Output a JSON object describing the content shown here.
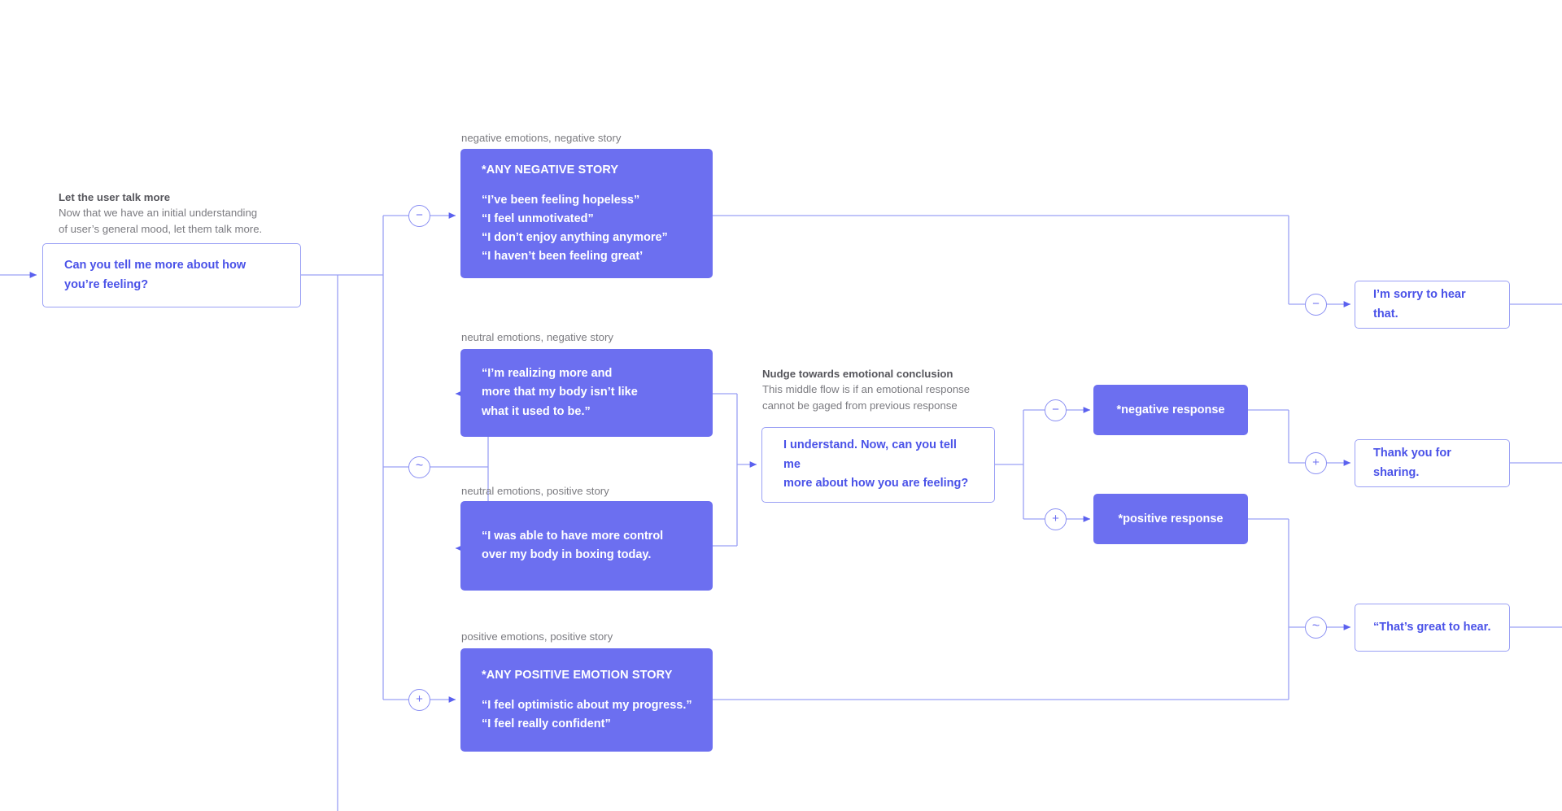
{
  "diagram": {
    "title": "Emotional conversation branching flow",
    "colors": {
      "accent_fill": "#6C6FF0",
      "accent_text": "#4A52E8",
      "wire": "#9aa0f5",
      "caption": "#6e6e73",
      "background": "#ffffff"
    }
  },
  "sections": {
    "talk_more": {
      "heading": "Let the user talk more",
      "sub_line_1": "Now that we have an initial understanding",
      "sub_line_2": "of user’s general mood, let them talk more."
    },
    "nudge": {
      "heading": "Nudge towards emotional conclusion",
      "sub_line_1": "This middle flow is if an emotional response",
      "sub_line_2": "cannot be gaged from previous response"
    }
  },
  "captions": {
    "negative_negative": "negative emotions, negative story",
    "neutral_negative": "neutral emotions, negative story",
    "neutral_positive": "neutral emotions, positive story",
    "positive_positive": "positive emotions, positive story"
  },
  "nodes": {
    "prompt": {
      "line_1": "Can you tell me more about how",
      "line_2": "you’re feeling?"
    },
    "negative_story": {
      "title": "*ANY NEGATIVE STORY",
      "quotes": [
        "“I’ve been feeling hopeless”",
        "“I feel unmotivated”",
        "“I don’t enjoy anything anymore”",
        "“I haven’t been feeling great’"
      ]
    },
    "neutral_negative_story": {
      "line_1": "“I’m realizing more and",
      "line_2": "more that my body isn’t like",
      "line_3": "what it used to be.”"
    },
    "neutral_positive_story": {
      "line_1": "“I was able to have more control",
      "line_2": "over my body in boxing today."
    },
    "positive_story": {
      "title": "*ANY POSITIVE EMOTION STORY",
      "quotes": [
        "“I feel optimistic about my progress.”",
        "“I feel really confident”"
      ]
    },
    "nudge_prompt": {
      "line_1": "I understand. Now, can you tell me",
      "line_2": "more about how you are feeling?"
    },
    "negative_response": {
      "label": "*negative response"
    },
    "positive_response": {
      "label": "*positive response"
    },
    "reply_sorry": {
      "label": "I’m sorry to hear that."
    },
    "reply_thanks": {
      "label": "Thank you for sharing."
    },
    "reply_great": {
      "label": "“That’s great to hear."
    }
  },
  "operators": {
    "minus": "−",
    "plus": "+",
    "tilde": "~"
  }
}
